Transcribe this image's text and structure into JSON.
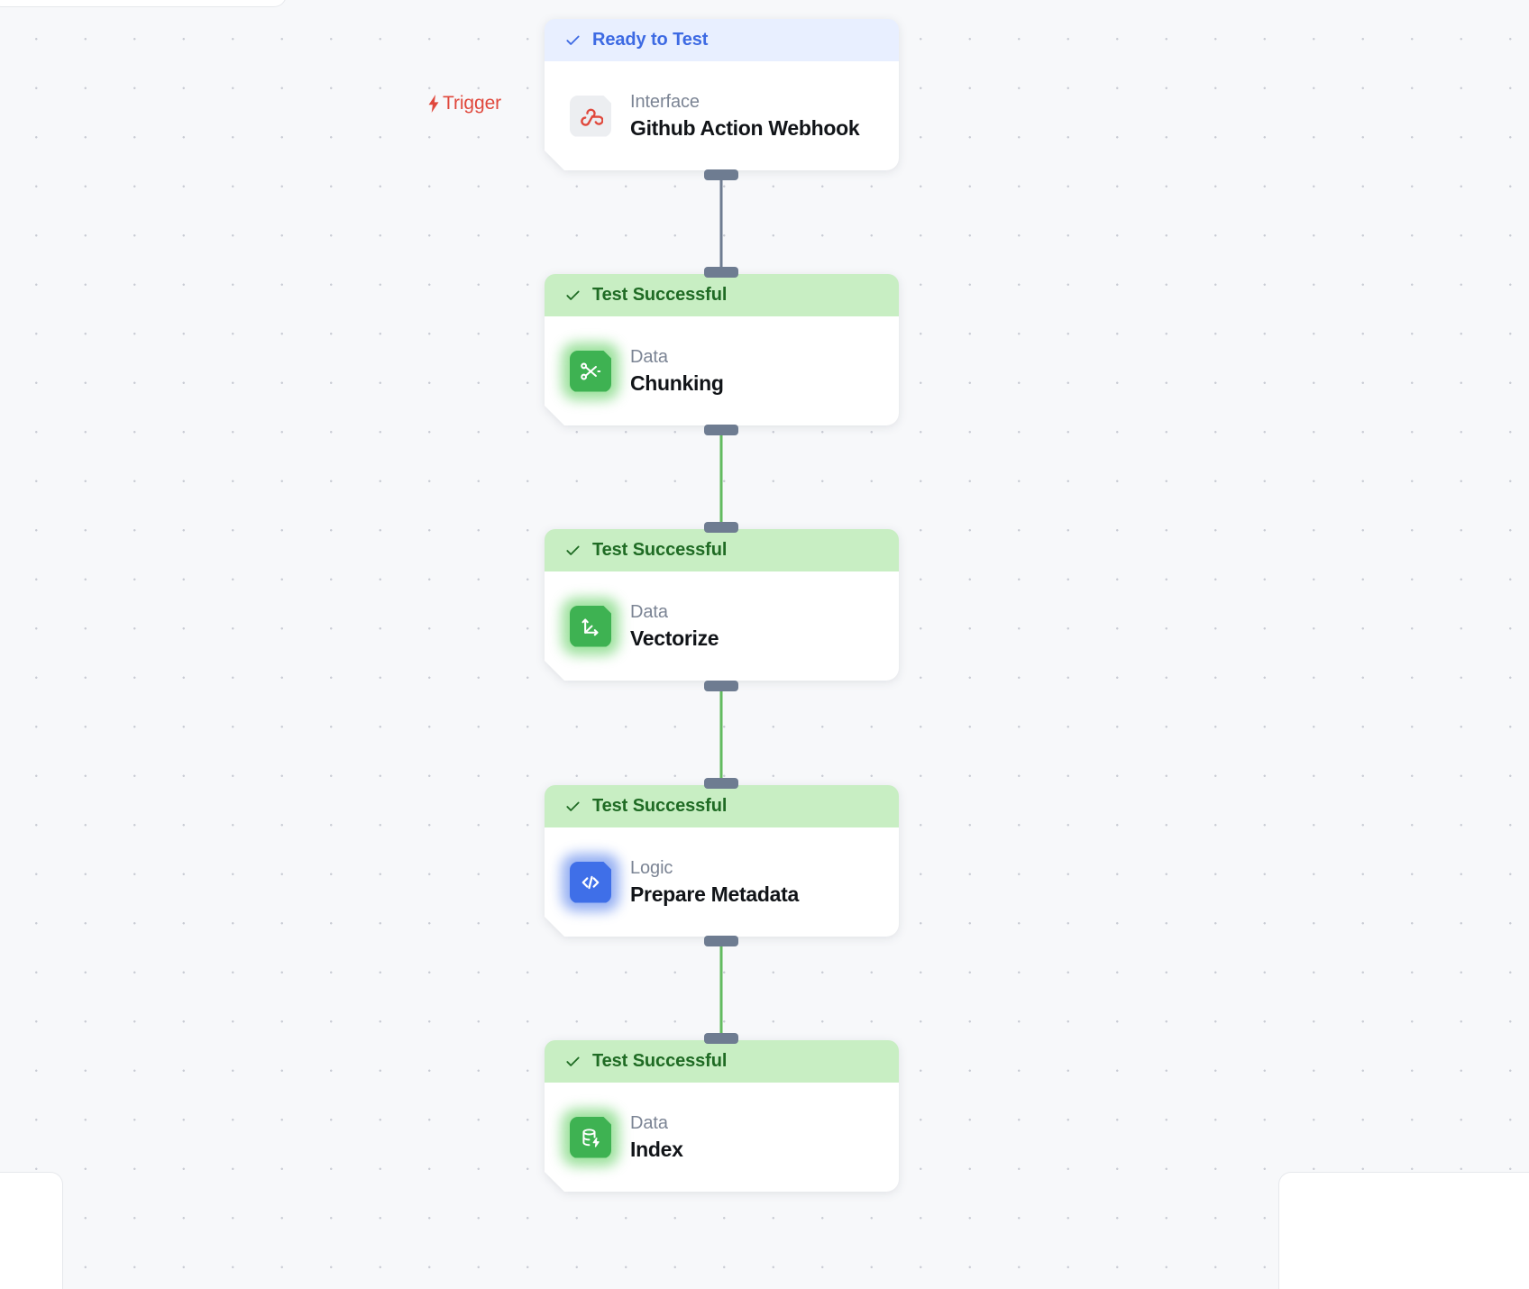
{
  "canvas": {
    "trigger": {
      "label": "Trigger",
      "icon": "lightning-bolt-icon",
      "color": "#e0483c"
    }
  },
  "nodes": [
    {
      "status": "Ready to Test",
      "status_state": "ready",
      "category": "Interface",
      "title": "Github Action Webhook",
      "icon": "webhook-icon",
      "icon_color": "#e0483c"
    },
    {
      "status": "Test Successful",
      "status_state": "success",
      "category": "Data",
      "title": "Chunking",
      "icon": "scissors-icon",
      "icon_color": "#3eb252"
    },
    {
      "status": "Test Successful",
      "status_state": "success",
      "category": "Data",
      "title": "Vectorize",
      "icon": "vector-axes-icon",
      "icon_color": "#3eb252"
    },
    {
      "status": "Test Successful",
      "status_state": "success",
      "category": "Logic",
      "title": "Prepare Metadata",
      "icon": "code-brackets-icon",
      "icon_color": "#3f6fe8"
    },
    {
      "status": "Test Successful",
      "status_state": "success",
      "category": "Data",
      "title": "Index",
      "icon": "database-lightning-icon",
      "icon_color": "#3eb252"
    }
  ],
  "edges": [
    {
      "from": "Github Action Webhook",
      "to": "Chunking",
      "color": "#6e7c91"
    },
    {
      "from": "Chunking",
      "to": "Vectorize",
      "color": "#62bb5f"
    },
    {
      "from": "Vectorize",
      "to": "Prepare Metadata",
      "color": "#62bb5f"
    },
    {
      "from": "Prepare Metadata",
      "to": "Index",
      "color": "#62bb5f"
    }
  ]
}
